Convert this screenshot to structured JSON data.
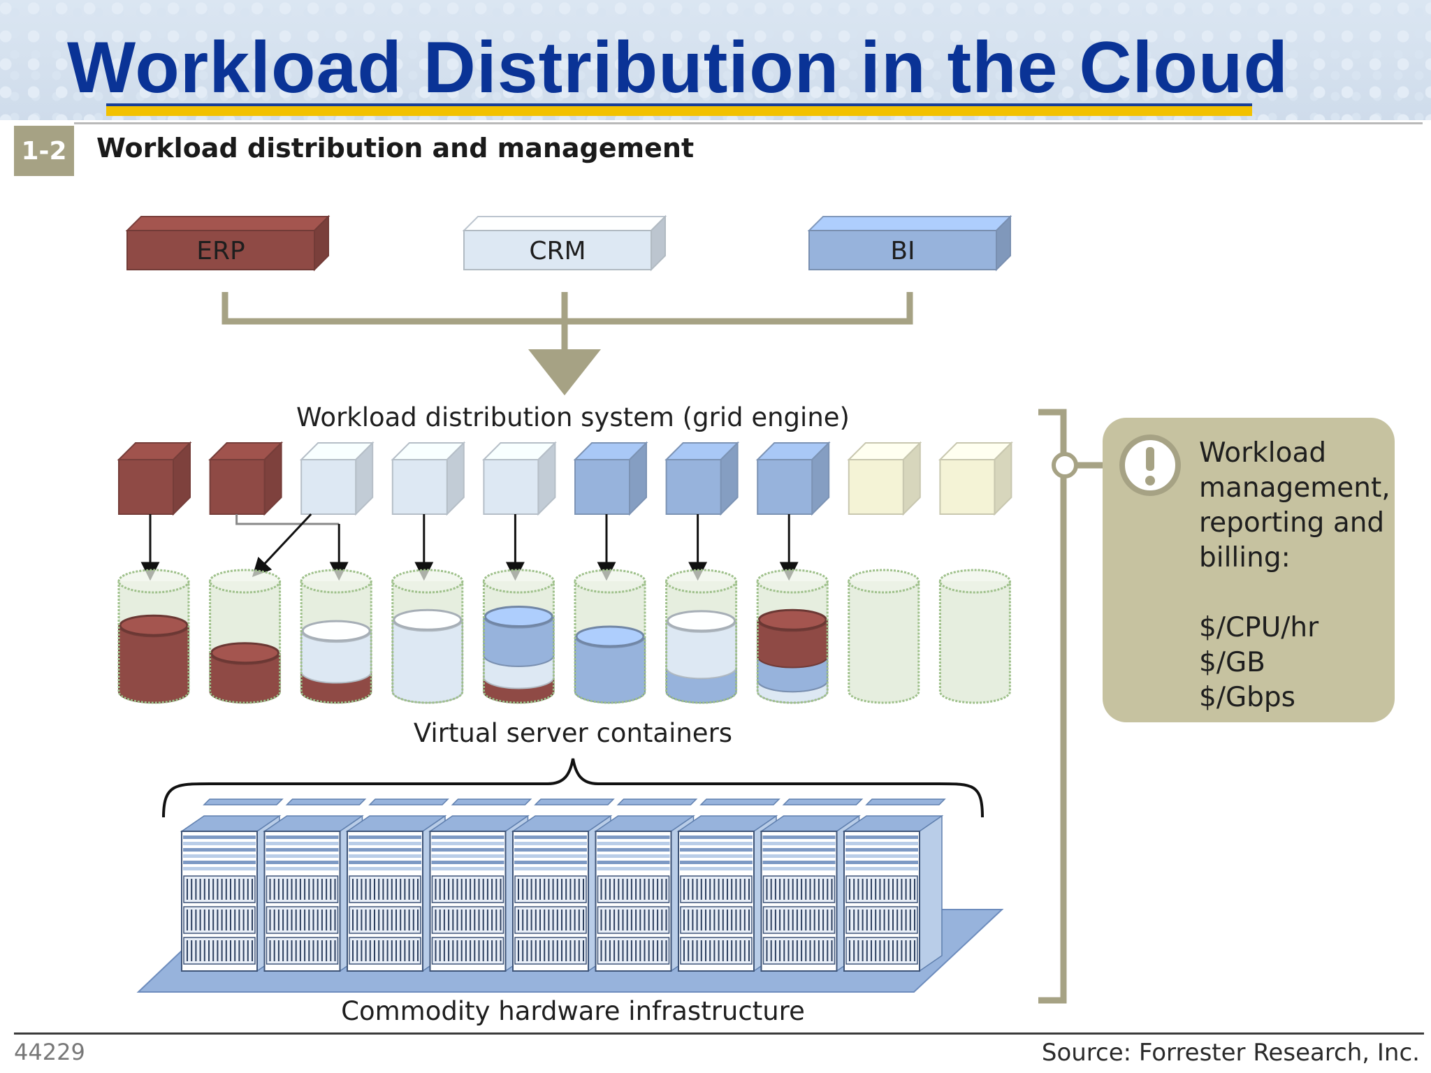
{
  "slide": {
    "title": "Workload Distribution in the Cloud",
    "slide_number": "44229",
    "source": "Source: Forrester Research, Inc."
  },
  "figure": {
    "badge": "1-2",
    "caption": "Workload distribution and management"
  },
  "applications": [
    {
      "label": "ERP",
      "color": "#8f4a45"
    },
    {
      "label": "CRM",
      "color": "#dde8f3"
    },
    {
      "label": "BI",
      "color": "#97b3dc"
    }
  ],
  "labels": {
    "grid_engine": "Workload distribution system (grid engine)",
    "containers": "Virtual server containers",
    "hardware": "Commodity hardware infrastructure"
  },
  "note": {
    "text": "Workload\nmanagement,\nreporting and\nbilling:\n\n$/CPU/hr\n$/GB\n$/Gbps"
  },
  "colors": {
    "erp": "#8f4a45",
    "crm": "#dde8f3",
    "bi": "#97b3dc",
    "idle": "#f4f3d6",
    "bracket": "#a6a284",
    "container_empty": "#e6eedf"
  },
  "workload_cubes": [
    "erp",
    "erp",
    "crm",
    "crm",
    "crm",
    "bi",
    "bi",
    "bi",
    "idle",
    "idle"
  ],
  "containers": [
    [
      {
        "type": "erp",
        "fill": 0.6
      }
    ],
    [
      {
        "type": "erp",
        "fill": 0.35
      }
    ],
    [
      {
        "type": "erp",
        "fill": 0.18
      },
      {
        "type": "crm",
        "fill": 0.37
      }
    ],
    [
      {
        "type": "crm",
        "fill": 0.65
      }
    ],
    [
      {
        "type": "erp",
        "fill": 0.13
      },
      {
        "type": "crm",
        "fill": 0.2
      },
      {
        "type": "bi",
        "fill": 0.35
      }
    ],
    [
      {
        "type": "bi",
        "fill": 0.5
      }
    ],
    [
      {
        "type": "bi",
        "fill": 0.22
      },
      {
        "type": "crm",
        "fill": 0.42
      }
    ],
    [
      {
        "type": "crm",
        "fill": 0.1
      },
      {
        "type": "bi",
        "fill": 0.22
      },
      {
        "type": "erp",
        "fill": 0.33
      }
    ],
    [],
    []
  ]
}
